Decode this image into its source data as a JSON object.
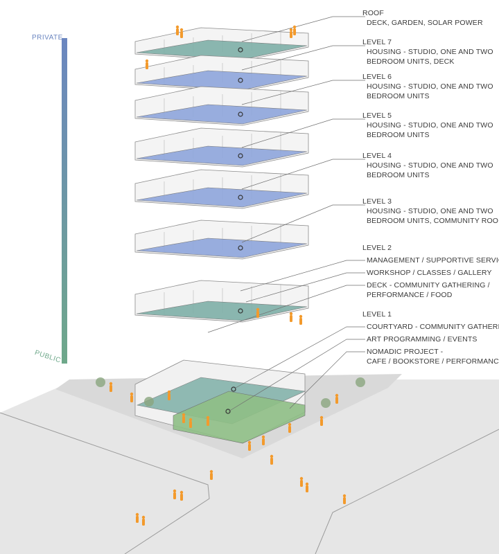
{
  "gradient": {
    "top_label": "PRIVATE",
    "bottom_label": "PUBLIC",
    "top_color": "#6b86c0",
    "bottom_color": "#6ea88a"
  },
  "colors": {
    "floor_blue": "#8fa6dc",
    "floor_green": "#8fbf86",
    "floor_teal": "#7fb0a8",
    "people": "#f39a2c",
    "trees": "#8aa57e",
    "ground": "#e4e4e4"
  },
  "levels": [
    {
      "id": "roof",
      "title": "ROOF",
      "lines": [
        "DECK, GARDEN, SOLAR POWER"
      ]
    },
    {
      "id": "level-7",
      "title": "LEVEL 7",
      "lines": [
        "HOUSING - STUDIO, ONE AND TWO",
        "BEDROOM UNITS, DECK"
      ]
    },
    {
      "id": "level-6",
      "title": "LEVEL 6",
      "lines": [
        "HOUSING - STUDIO, ONE AND TWO",
        "BEDROOM UNITS"
      ]
    },
    {
      "id": "level-5",
      "title": "LEVEL 5",
      "lines": [
        "HOUSING - STUDIO, ONE AND TWO",
        "BEDROOM UNITS"
      ]
    },
    {
      "id": "level-4",
      "title": "LEVEL 4",
      "lines": [
        "HOUSING - STUDIO, ONE AND TWO",
        "BEDROOM UNITS"
      ]
    },
    {
      "id": "level-3",
      "title": "LEVEL 3",
      "lines": [
        "HOUSING - STUDIO, ONE AND TWO",
        "BEDROOM UNITS, COMMUNITY ROOMS"
      ]
    },
    {
      "id": "level-2",
      "title": "LEVEL 2",
      "subitems": [
        [
          "MANAGEMENT / SUPPORTIVE SERVICES"
        ],
        [
          "WORKSHOP / CLASSES / GALLERY"
        ],
        [
          "DECK - COMMUNITY GATHERING /",
          "PERFORMANCE / FOOD"
        ]
      ]
    },
    {
      "id": "level-1",
      "title": "LEVEL 1",
      "subitems": [
        [
          "COURTYARD - COMMUNITY GATHERING"
        ],
        [
          "ART PROGRAMMING / EVENTS"
        ],
        [
          "NOMADIC PROJECT -",
          "CAFE / BOOKSTORE / PERFORMANCE"
        ]
      ]
    }
  ]
}
